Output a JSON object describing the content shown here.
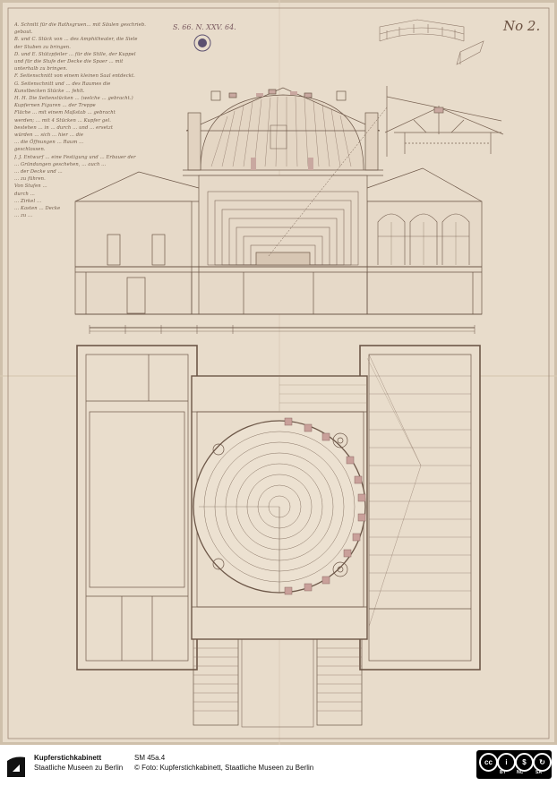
{
  "drawing": {
    "inventory_mark": "S. 66. N. XXV. 64.",
    "sheet_number": "No 2.",
    "legend_lines": [
      "A. Schnitt für die Rathsgruen... mit Säulen geschrieb.",
      "gebaut.",
      "B. und C. Stück von ... des Amphitheater, die Siele",
      "der Stuben zu bringen.",
      "D. und E. Stützpfeiler ... für die Stille, der Kuppel",
      "und für die Stufe der Decke die Spaer ... mit",
      "unterhalb zu bringen.",
      "F. Seitenschnitt von einem kleinen Saal entdeckt.",
      "G. Seitenschnitt und ... des Raumes die",
      "Kunstbecken Stücke ... fehlt.",
      "H. H. Die Seitenstücken ... (welche ... gebracht.)",
      "Kupfernen Figuren ... der Treppe",
      "Fläche ... mit einem Maßstab ... gebracht",
      "werden; ... mit 4 Stücken ... Kupfer gel.",
      "bestehen ... in ... durch ... und ... ersetzt",
      "würden ... sich ... hier ... die",
      "... die Öffnungen ... Raum ...",
      "geschlossen.",
      "J. J. Entwurf ... eine Festigung und ... Erbauer der",
      "... Gründungen geschehen, ... auch ...",
      "... der Decke und ...",
      "... zu führen.",
      "Von Stufen ...",
      "durch ...",
      "... Zirkel ...",
      "... Kasten ... Decke",
      "... zu ..."
    ]
  },
  "footer": {
    "institution_name": "Kupferstichkabinett",
    "institution_sub": "Staatliche Museen zu Berlin",
    "object_id": "SM 45a.4",
    "photo_credit": "© Foto: Kupferstichkabinett, Staatliche Museen zu Berlin",
    "license": {
      "cc": "cc",
      "by": "BY",
      "nc": "NC",
      "sa": "SA"
    }
  },
  "colors": {
    "paper": "#e8dccb",
    "ink": "#8a7264",
    "wash": "#c9a8a0",
    "footer_bg": "#ffffff"
  }
}
